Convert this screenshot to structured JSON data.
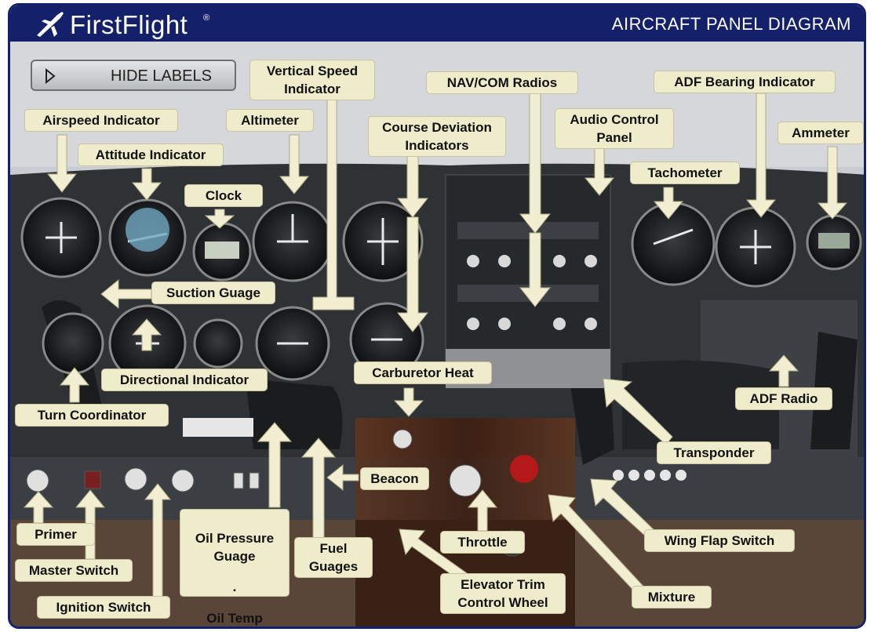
{
  "header": {
    "brand": "FirstFlight",
    "registered": "®",
    "title": "AIRCRAFT PANEL DIAGRAM"
  },
  "toggle": {
    "label": "HIDE LABELS",
    "icon": "play-triangle-icon"
  },
  "labels": {
    "airspeed_indicator": "Airspeed Indicator",
    "attitude_indicator": "Attitude Indicator",
    "altimeter": "Altimeter",
    "vertical_speed_indicator": "Vertical Speed\nIndicator",
    "clock": "Clock",
    "course_deviation_indicators": "Course Deviation\nIndicators",
    "nav_com_radios": "NAV/COM Radios",
    "audio_control_panel": "Audio Control\nPanel",
    "adf_bearing_indicator": "ADF Bearing Indicator",
    "ammeter": "Ammeter",
    "tachometer": "Tachometer",
    "suction_guage": "Suction Guage",
    "directional_indicator": "Directional Indicator",
    "turn_coordinator": "Turn Coordinator",
    "carburetor_heat": "Carburetor Heat",
    "adf_radio": "ADF Radio",
    "transponder": "Transponder",
    "beacon": "Beacon",
    "primer": "Primer",
    "master_switch": "Master Switch",
    "ignition_switch": "Ignition Switch",
    "oil_pressure_guage": "Oil Pressure\nGuage",
    "oil_separator": ".",
    "oil_temp_guage": "Oil Temp\nGuage",
    "fuel_guages": "Fuel\nGuages",
    "throttle": "Throttle",
    "elevator_trim_control_wheel": "Elevator Trim\nControl Wheel",
    "wing_flap_switch": "Wing Flap Switch",
    "mixture": "Mixture"
  },
  "colors": {
    "header": "#14206a",
    "label_fill": "#efeccb",
    "panel": "#2f3235",
    "wood": "#4a2a1a"
  }
}
